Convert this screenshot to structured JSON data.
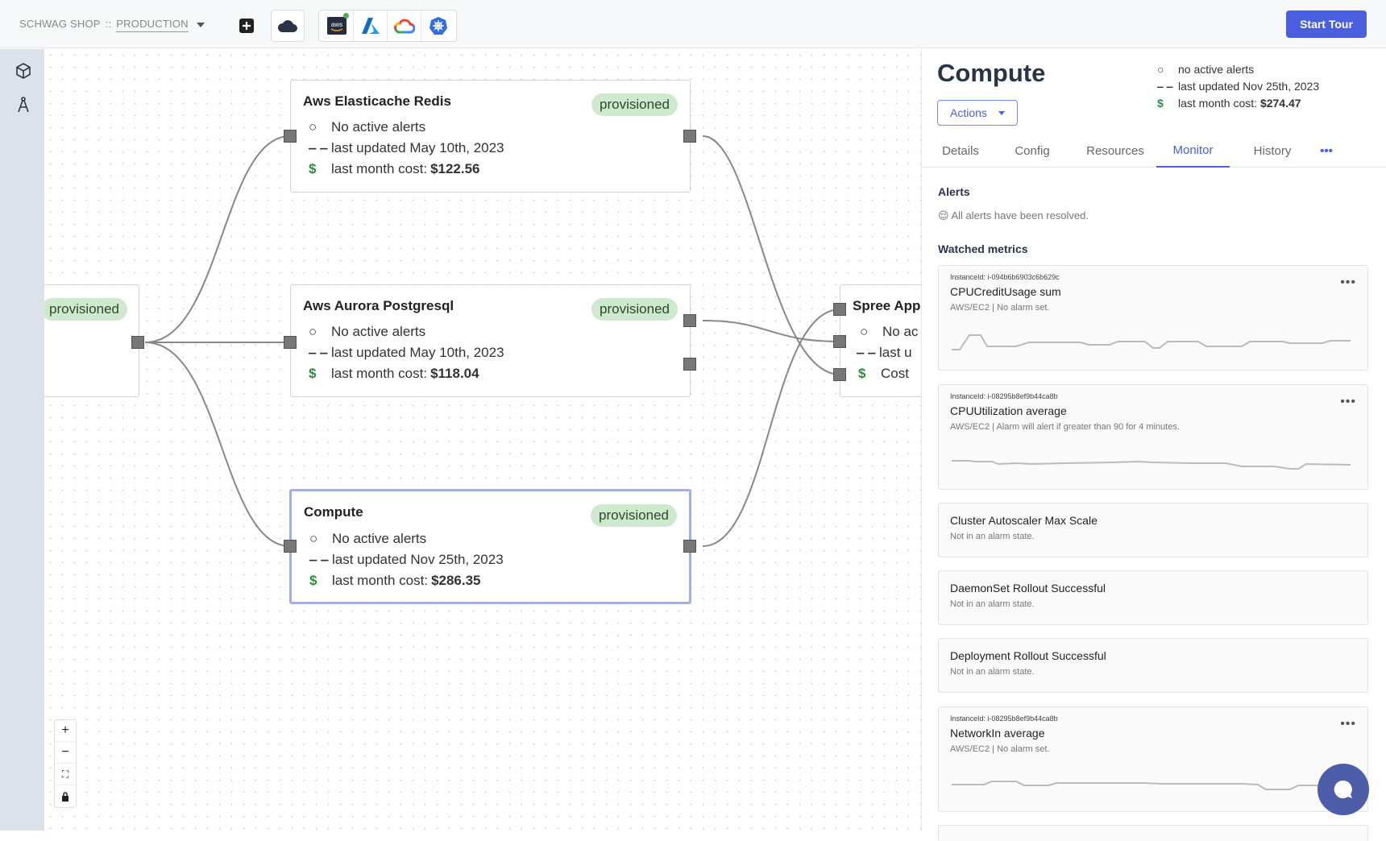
{
  "topbar": {
    "app_name": "SCHWAG SHOP",
    "separator": "::",
    "environment": "PRODUCTION",
    "start_tour_label": "Start Tour"
  },
  "nodes": {
    "redis": {
      "title": "Aws Elasticache Redis",
      "status": "provisioned",
      "alerts": "No active alerts",
      "updated": "last updated May 10th, 2023",
      "cost_label": "last month cost:",
      "cost": "$122.56"
    },
    "aurora": {
      "title": "Aws Aurora Postgresql",
      "status": "provisioned",
      "alerts": "No active alerts",
      "updated": "last updated May 10th, 2023",
      "cost_label": "last month cost:",
      "cost": "$118.04"
    },
    "compute": {
      "title": "Compute",
      "status": "provisioned",
      "alerts": "No active alerts",
      "updated": "last updated Nov 25th, 2023",
      "cost_label": "last month cost:",
      "cost": "$286.35"
    },
    "left_partial": {
      "status": "provisioned"
    },
    "spree": {
      "title": "Spree App",
      "alerts": "No ac",
      "updated": "last u",
      "cost": "Cost"
    }
  },
  "panel": {
    "title": "Compute",
    "actions_label": "Actions",
    "meta": {
      "alerts": "no active alerts",
      "updated": "last updated Nov 25th, 2023",
      "cost_label": "last month cost:",
      "cost": "$274.47"
    },
    "tabs": [
      "Details",
      "Config",
      "Resources",
      "Monitor",
      "History",
      "•••"
    ],
    "active_tab": "Monitor",
    "alerts_heading": "Alerts",
    "alerts_resolved": "😌 All alerts have been resolved.",
    "metrics_heading": "Watched metrics",
    "metrics": [
      {
        "instance": "InstanceId: i-094b6b6903c6b629c",
        "name": "CPUCreditUsage sum",
        "sub": "AWS/EC2 | No alarm set."
      },
      {
        "instance": "InstanceId: i-08295b8ef9b44ca8b",
        "name": "CPUUtilization average",
        "sub": "AWS/EC2 | Alarm will alert if greater than 90 for 4 minutes."
      },
      {
        "name": "Cluster Autoscaler Max Scale",
        "sub": "Not in an alarm state."
      },
      {
        "name": "DaemonSet Rollout Successful",
        "sub": "Not in an alarm state."
      },
      {
        "name": "Deployment Rollout Successful",
        "sub": "Not in an alarm state."
      },
      {
        "instance": "InstanceId: i-08295b8ef9b44ca8b",
        "name": "NetworkIn average",
        "sub": "AWS/EC2 | No alarm set."
      }
    ]
  },
  "icons": {
    "add": "plus-square-icon",
    "cloud": "cloud-icon",
    "aws": "aws-icon",
    "azure": "azure-icon",
    "gcp": "gcp-icon",
    "k8s": "kubernetes-icon"
  },
  "colors": {
    "accent": "#4a5fe0",
    "badge_bg": "#cfe9cf",
    "dollar": "#2e8b3a"
  }
}
